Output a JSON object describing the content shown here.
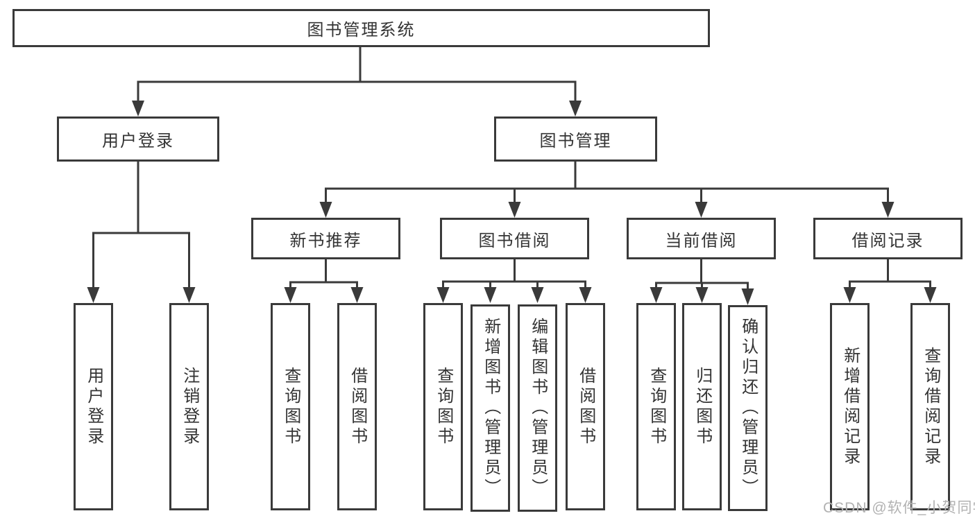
{
  "colors": {
    "line": "#3a3a3a",
    "text": "#333333",
    "background": "#ffffff",
    "watermark": "#b2b2b2"
  },
  "watermark": {
    "text": "CSDN @软件_小贺同学"
  },
  "tree": {
    "label": "图书管理系统",
    "children": [
      {
        "label": "用户登录",
        "children": [
          {
            "label": "用户登录"
          },
          {
            "label": "注销登录"
          }
        ]
      },
      {
        "label": "图书管理",
        "children": [
          {
            "label": "新书推荐",
            "children": [
              {
                "label": "查询图书"
              },
              {
                "label": "借阅图书"
              }
            ]
          },
          {
            "label": "图书借阅",
            "children": [
              {
                "label": "查询图书"
              },
              {
                "label": "新增图书（管理员）"
              },
              {
                "label": "编辑图书（管理员）"
              },
              {
                "label": "借阅图书"
              }
            ]
          },
          {
            "label": "当前借阅",
            "children": [
              {
                "label": "查询图书"
              },
              {
                "label": "归还图书"
              },
              {
                "label": "确认归还（管理员）"
              }
            ]
          },
          {
            "label": "借阅记录",
            "children": [
              {
                "label": "新增借阅记录"
              },
              {
                "label": "查询借阅记录"
              }
            ]
          }
        ]
      }
    ]
  }
}
